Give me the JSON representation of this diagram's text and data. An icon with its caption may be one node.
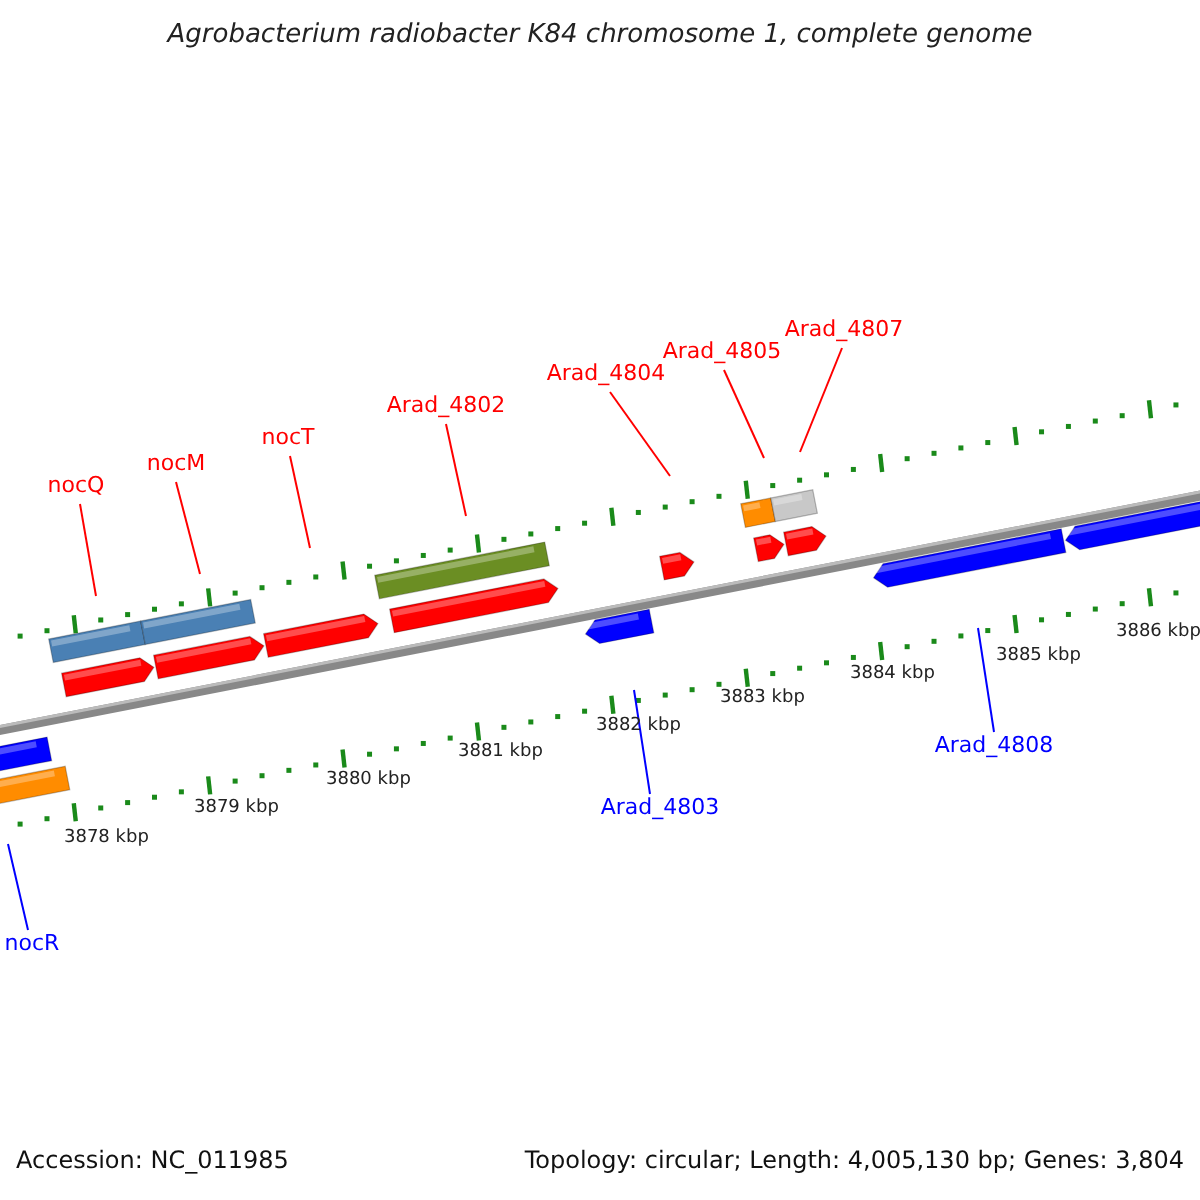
{
  "diagram": {
    "title": "Agrobacterium radiobacter K84 chromosome 1, complete genome",
    "nodes": [
      {
        "text": [
          "nocQ"
        ]
      },
      {
        "text": [
          "nocM"
        ]
      },
      {
        "text": [
          "nocT"
        ]
      },
      {
        "text": [
          "Arad_4802"
        ]
      },
      {
        "text": [
          "Arad_4804"
        ]
      },
      {
        "text": [
          "Arad_4805"
        ]
      },
      {
        "text": [
          "Arad_4807"
        ]
      },
      {
        "text": [
          "Arad_4803"
        ]
      },
      {
        "text": [
          "Arad_4808"
        ]
      },
      {
        "text": [
          "nocR"
        ]
      }
    ],
    "edges": [
      {
        "from": 0,
        "to": null,
        "arrow": "none"
      },
      {
        "from": 1,
        "to": null,
        "arrow": "none"
      },
      {
        "from": 2,
        "to": null,
        "arrow": "none"
      },
      {
        "from": 3,
        "to": null,
        "arrow": "none"
      },
      {
        "from": 4,
        "to": null,
        "arrow": "none"
      },
      {
        "from": 5,
        "to": null,
        "arrow": "none"
      },
      {
        "from": 6,
        "to": null,
        "arrow": "none"
      },
      {
        "from": 7,
        "to": null,
        "arrow": "none",
        "color": "#0000ff"
      },
      {
        "from": 8,
        "to": null,
        "arrow": "none",
        "color": "#0000ff"
      },
      {
        "from": 9,
        "to": null,
        "arrow": "none",
        "color": "#0000ff"
      }
    ],
    "labels": [
      "3878 kbp",
      "3879 kbp",
      "3880 kbp",
      "3881 kbp",
      "3882 kbp",
      "3883 kbp",
      "3884 kbp",
      "3885 kbp",
      "3886 kbp",
      "Accession: NC_011985",
      "Topology: circular; Length: 4,005,130 bp; Genes: 3,804"
    ]
  }
}
